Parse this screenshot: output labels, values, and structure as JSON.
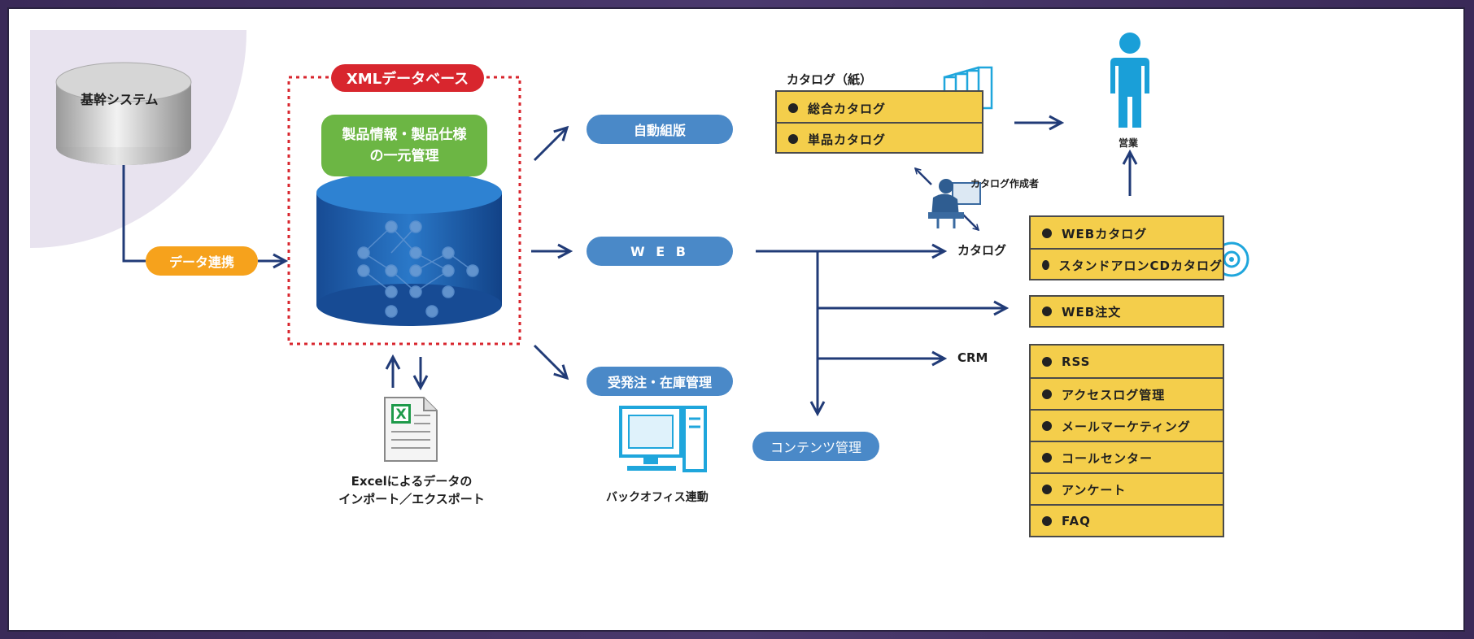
{
  "core_system": {
    "label": "基幹システム"
  },
  "data_link": {
    "label": "データ連携"
  },
  "xml_db": {
    "title": "XMLデータベース",
    "product_mgmt_line1": "製品情報・製品仕様",
    "product_mgmt_line2": "の一元管理"
  },
  "excel": {
    "line1": "Excelによるデータの",
    "line2": "インポート／エクスポート"
  },
  "outputs": {
    "auto_typeset": "自動組版",
    "web": "W E B",
    "order_inventory": "受発注・在庫管理",
    "backoffice": "バックオフィス連動",
    "contents_mgmt": "コンテンツ管理"
  },
  "paper_catalog": {
    "title": "カタログ（紙）",
    "items": [
      "総合カタログ",
      "単品カタログ"
    ]
  },
  "catalog_creator": {
    "label": "カタログ作成者"
  },
  "sales": {
    "label": "営業"
  },
  "branches": {
    "catalog": "カタログ",
    "crm": "CRM"
  },
  "web_catalog_box": {
    "items": [
      "WEBカタログ",
      "スタンドアロンCDカタログ"
    ]
  },
  "web_order_box": {
    "items": [
      "WEB注文"
    ]
  },
  "crm_box": {
    "items": [
      "RSS",
      "アクセスログ管理",
      "メールマーケティング",
      "コールセンター",
      "アンケート",
      "FAQ"
    ]
  },
  "colors": {
    "arrow": "#213b77",
    "pill_blue": "#4a89c8",
    "db_blue": "#1d5fae",
    "xml_red": "#d8262e",
    "green": "#6cb644",
    "orange": "#f6a21c",
    "yellow": "#f4ce4b",
    "lavender": "#e8e3ef",
    "cyan": "#1fa6dc"
  }
}
